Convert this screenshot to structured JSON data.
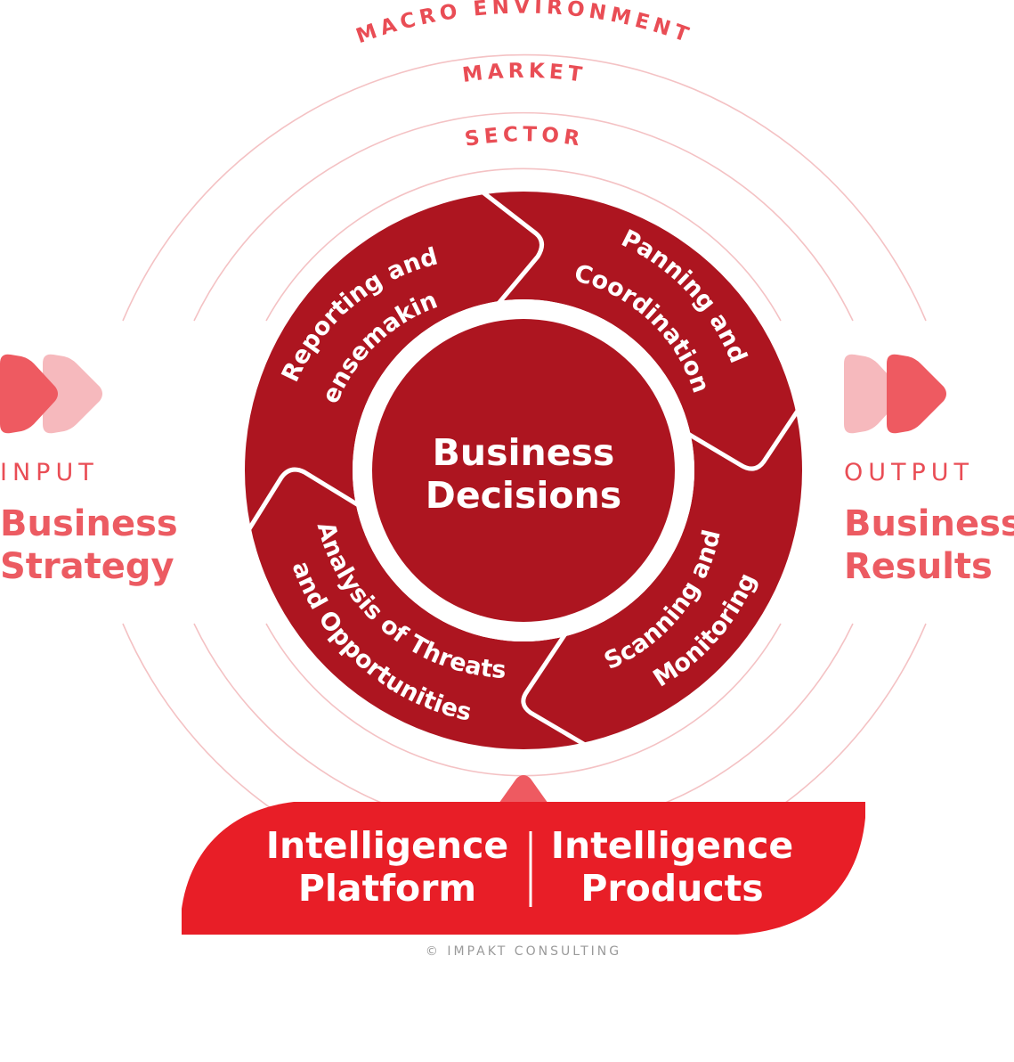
{
  "colors": {
    "dark_red": "#ad1520",
    "banner_red": "#e81e27",
    "salmon": "#ee5a61",
    "light_pink": "#f6b9bd",
    "ring_line": "#f4c2c4",
    "white": "#ffffff",
    "credit_gray": "#9a9a9a"
  },
  "rings": {
    "macro": "MACRO ENVIRONMENT",
    "market": "MARKET",
    "sector": "SECTOR"
  },
  "center": {
    "line1": "Business",
    "line2": "Decisions"
  },
  "cycle": {
    "top_left": [
      "Reporting and",
      "Sensemaking"
    ],
    "top_right": [
      "Panning and",
      "Coordination"
    ],
    "bottom_right": [
      "Scanning and",
      "Monitoring"
    ],
    "bottom_left": [
      "Analysis of Threats",
      "and Opportunities"
    ]
  },
  "input": {
    "label": "INPUT",
    "line1": "Business",
    "line2": "Strategy",
    "icon": "double-chevron-right-icon"
  },
  "output": {
    "label": "OUTPUT",
    "line1": "Business",
    "line2": "Results",
    "icon": "double-chevron-right-icon"
  },
  "banner": {
    "left_line1": "Intelligence",
    "left_line2": "Platform",
    "right_line1": "Intelligence",
    "right_line2": "Products",
    "pointer_icon": "triangle-up-icon"
  },
  "credit": "© IMPAKT CONSULTING"
}
